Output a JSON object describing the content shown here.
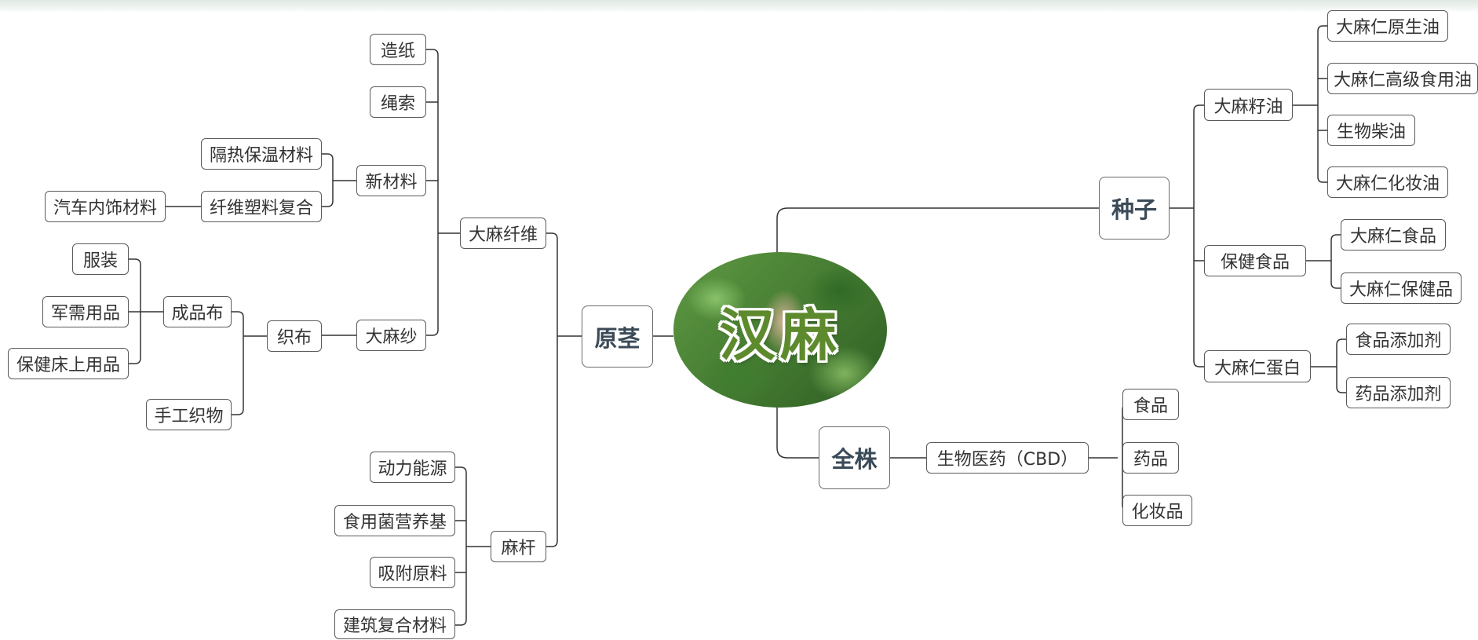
{
  "center": {
    "title": "汉麻"
  },
  "main_branches": {
    "seeds": "种子",
    "stem": "原茎",
    "whole_plant": "全株"
  },
  "seeds": {
    "oil": {
      "label": "大麻籽油",
      "items": [
        "大麻仁原生油",
        "大麻仁高级食用油",
        "生物柴油",
        "大麻仁化妆油"
      ]
    },
    "health_food": {
      "label": "保健食品",
      "items": [
        "大麻仁食品",
        "大麻仁保健品"
      ]
    },
    "protein": {
      "label": "大麻仁蛋白",
      "items": [
        "食品添加剂",
        "药品添加剂"
      ]
    }
  },
  "whole_plant": {
    "cbd": {
      "label": "生物医药（CBD）",
      "items": [
        "食品",
        "药品",
        "化妆品"
      ]
    }
  },
  "stem": {
    "fiber": {
      "label": "大麻纤维",
      "paper": "造纸",
      "rope": "绳索",
      "new_material": {
        "label": "新材料",
        "insulation": "隔热保温材料",
        "composite": "纤维塑料复合",
        "auto_interior": "汽车内饰材料"
      },
      "yarn": {
        "label": "大麻纱",
        "weaving": {
          "label": "织布",
          "finished_cloth": {
            "label": "成品布",
            "items": [
              "服装",
              "军需用品",
              "保健床上用品"
            ]
          },
          "handmade": "手工织物"
        }
      }
    },
    "stalk": {
      "label": "麻杆",
      "items": [
        "动力能源",
        "食用菌营养基",
        "吸附原料",
        "建筑复合材料"
      ]
    }
  }
}
